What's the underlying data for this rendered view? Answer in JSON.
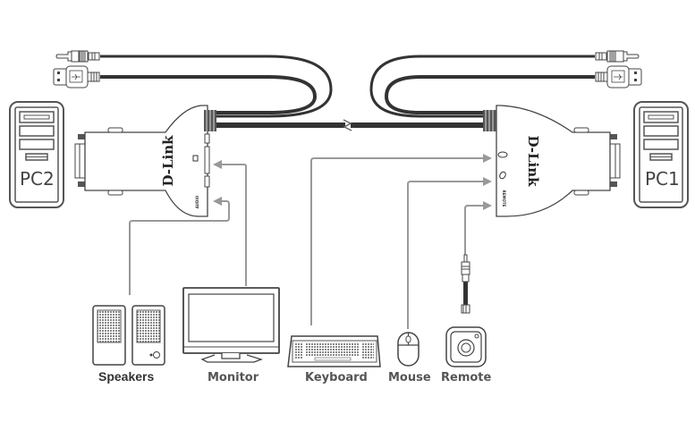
{
  "diagram": {
    "title": "",
    "computers": [
      {
        "id": "pc2",
        "label": "PC2"
      },
      {
        "id": "pc1",
        "label": "PC1"
      }
    ],
    "kvm_units": [
      {
        "id": "left",
        "brand": "D-Link",
        "port_labels": [
          "monitor",
          "AUDIO"
        ]
      },
      {
        "id": "right",
        "brand": "D-Link",
        "port_labels": [
          "keyboard",
          "mouse",
          "REMOTE"
        ]
      }
    ],
    "cable_connectors": [
      "audio-jack",
      "usb-a"
    ],
    "peripherals": [
      {
        "id": "speakers",
        "label": "Speakers"
      },
      {
        "id": "monitor",
        "label": "Monitor"
      },
      {
        "id": "keyboard",
        "label": "Keyboard"
      },
      {
        "id": "mouse",
        "label": "Mouse"
      },
      {
        "id": "remote",
        "label": "Remote"
      }
    ],
    "colors": {
      "line": "#999999",
      "cable": "#333333",
      "outline": "#444444"
    }
  }
}
